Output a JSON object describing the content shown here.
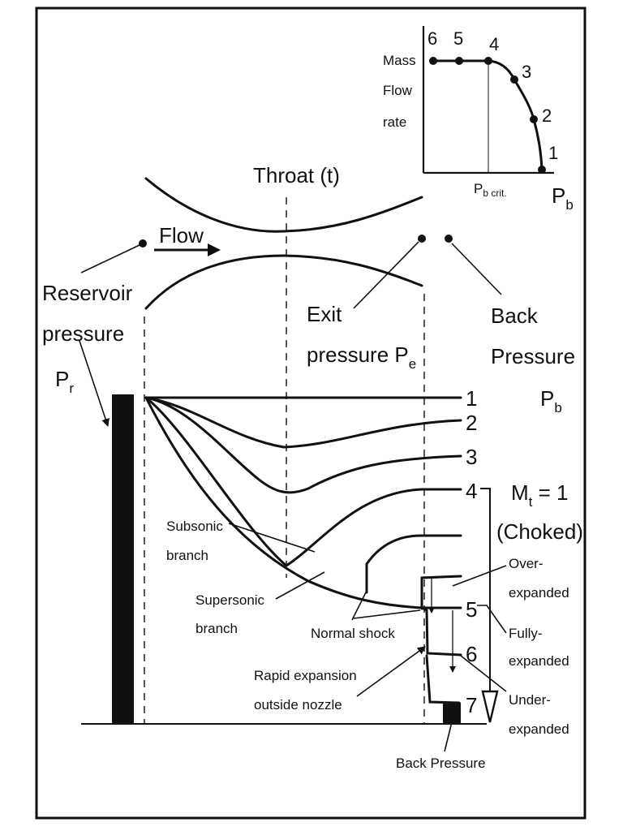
{
  "inset": {
    "ylabel_lines": [
      "Mass",
      "Flow",
      "rate"
    ],
    "xtick": "P",
    "xtick_sub": "b crit.",
    "xlabel": "P",
    "xlabel_sub": "b",
    "points": [
      "6",
      "5",
      "4",
      "3",
      "2",
      "1"
    ]
  },
  "nozzle": {
    "throat_label": "Throat (t)",
    "flow_label": "Flow",
    "reservoir_lines": [
      "Reservoir",
      "pressure"
    ],
    "reservoir_symbol": "P",
    "reservoir_symbol_sub": "r",
    "exit_line1": "Exit",
    "exit_line2": "pressure P",
    "exit_sub": "e",
    "back_lines": [
      "Back",
      "Pressure"
    ],
    "back_symbol": "P",
    "back_symbol_sub": "b"
  },
  "curves": {
    "labels": [
      "1",
      "2",
      "3",
      "4",
      "5",
      "6",
      "7"
    ],
    "choked_prefix": "M",
    "choked_sub": "t",
    "choked_suffix": " = 1",
    "choked_note": "(Choked)",
    "subsonic_lines": [
      "Subsonic",
      "branch"
    ],
    "supersonic_lines": [
      "Supersonic",
      "branch"
    ],
    "normal_shock": "Normal shock",
    "rapid_lines": [
      "Rapid expansion",
      "outside nozzle"
    ],
    "back_pressure": "Back Pressure",
    "over_lines": [
      "Over-",
      "expanded"
    ],
    "fully_lines": [
      "Fully-",
      "expanded"
    ],
    "under_lines": [
      "Under-",
      "expanded"
    ]
  }
}
